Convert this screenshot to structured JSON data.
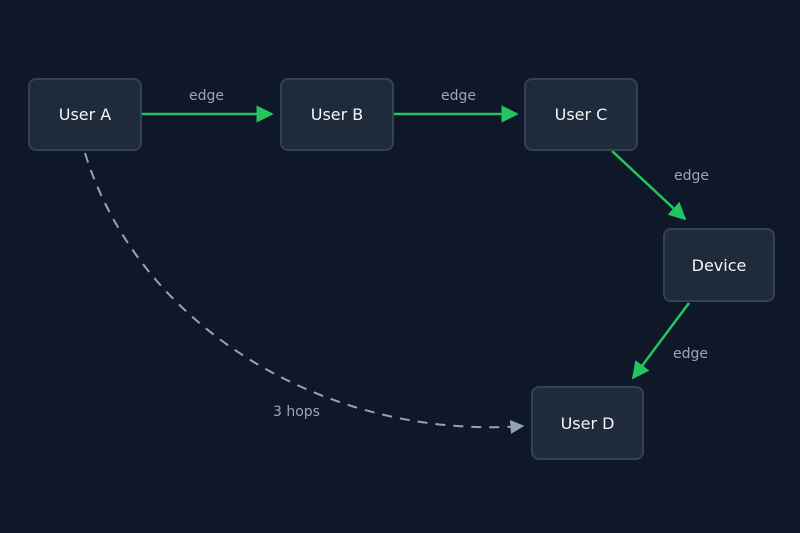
{
  "nodes": {
    "user_a": "User A",
    "user_b": "User B",
    "user_c": "User C",
    "device": "Device",
    "user_d": "User D"
  },
  "edges": [
    {
      "from": "User A",
      "to": "User B",
      "label": "edge",
      "style": "solid"
    },
    {
      "from": "User B",
      "to": "User C",
      "label": "edge",
      "style": "solid"
    },
    {
      "from": "User C",
      "to": "Device",
      "label": "edge",
      "style": "solid"
    },
    {
      "from": "Device",
      "to": "User D",
      "label": "edge",
      "style": "solid"
    },
    {
      "from": "User A",
      "to": "User D",
      "label": "3 hops",
      "style": "dashed"
    }
  ],
  "colors": {
    "background": "#0f1829",
    "node_fill": "#1f2a3b",
    "node_border": "#344156",
    "edge_solid": "#22c55e",
    "edge_dashed": "#94a3b8",
    "label_text": "#9aa6b7",
    "node_text": "#f1f5f9"
  }
}
